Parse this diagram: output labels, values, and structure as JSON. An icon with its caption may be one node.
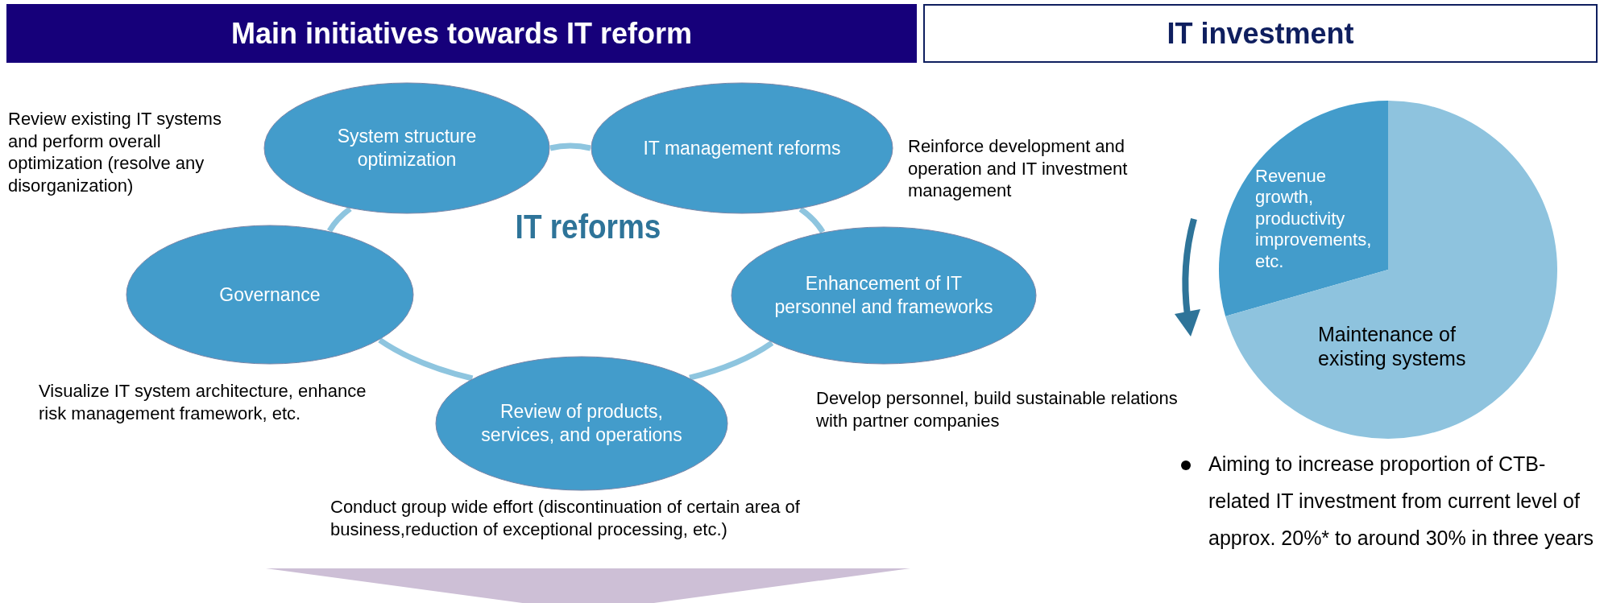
{
  "diagram": {
    "nodes": [
      {
        "text": [
          "Main initiatives towards IT reform"
        ]
      },
      {
        "text": [
          "IT investment"
        ]
      },
      {
        "text": [
          "System structure optimization"
        ],
        "beside": [
          "Review existing IT systems and perform overall optimization (resolve any disorganization)"
        ]
      },
      {
        "text": [
          "IT management reforms"
        ],
        "beside": [
          "Reinforce development and operation and IT investment management"
        ]
      },
      {
        "text": [
          "Governance"
        ],
        "beside": [
          "Visualize IT system architecture, enhance risk management framework, etc."
        ]
      },
      {
        "text": [
          "Enhancement of IT personnel and frameworks"
        ],
        "beside": [
          "Develop personnel, build sustainable relations with partner companies"
        ]
      },
      {
        "text": [
          "Review of products, services, and operations"
        ],
        "beside": [
          "Conduct group wide effort (discontinuation of certain area of business,reduction of exceptional processing, etc.)"
        ]
      },
      {
        "text": [
          "Revenue growth, productivity improvements, etc."
        ]
      },
      {
        "text": [
          "Maintenance of existing systems"
        ]
      }
    ],
    "edges": [
      {
        "from": 4,
        "to": 2,
        "arrow": "none"
      },
      {
        "from": 2,
        "to": 3,
        "arrow": "none"
      },
      {
        "from": 3,
        "to": 5,
        "arrow": "none"
      },
      {
        "from": 5,
        "to": 6,
        "arrow": "none"
      },
      {
        "from": 6,
        "to": 4,
        "arrow": "none"
      }
    ],
    "labels": [
      "IT reforms",
      "Aiming to increase proportion of CTB-related IT investment from current level of approx. 20%* to around 30% in three years"
    ]
  }
}
